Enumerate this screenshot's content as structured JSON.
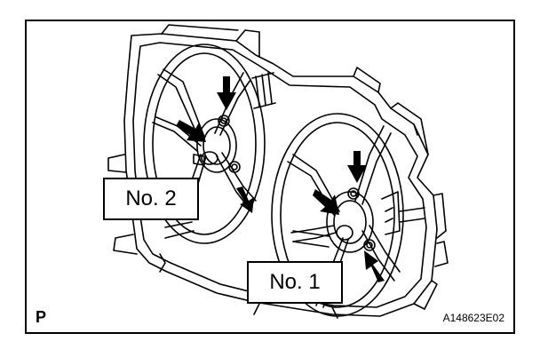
{
  "labels": {
    "fan2": "No. 2",
    "fan1": "No. 1",
    "page_mark": "P",
    "figure_id": "A148623E02"
  }
}
